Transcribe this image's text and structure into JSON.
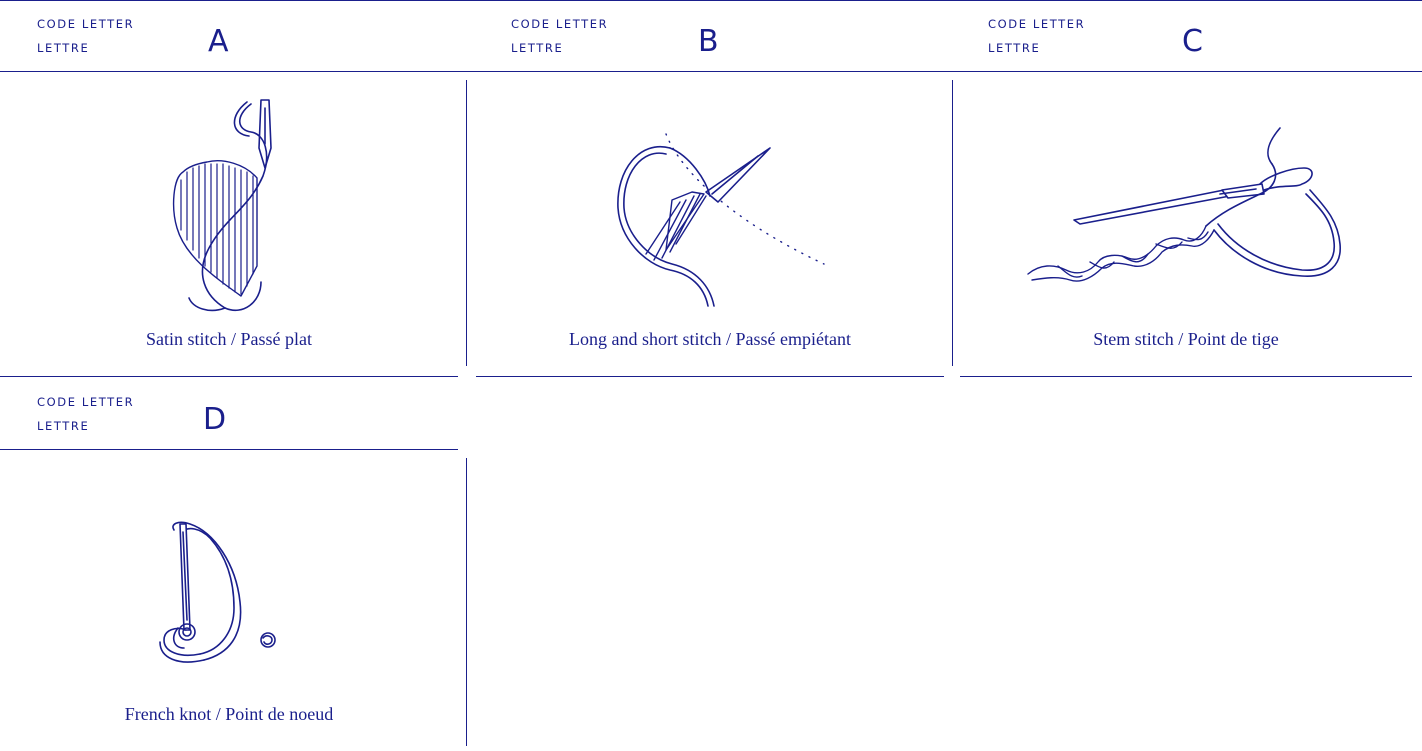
{
  "cards": [
    {
      "code_label": "code letter",
      "lettre_label": "lettre",
      "letter": "A",
      "caption": "Satin stitch / Passé plat",
      "illustration_icon": "satin-stitch-icon"
    },
    {
      "code_label": "code letter",
      "lettre_label": "lettre",
      "letter": "B",
      "caption": "Long and short stitch / Passé empiétant",
      "illustration_icon": "long-and-short-stitch-icon"
    },
    {
      "code_label": "code letter",
      "lettre_label": "lettre",
      "letter": "C",
      "caption": "Stem stitch / Point de tige",
      "illustration_icon": "stem-stitch-icon"
    },
    {
      "code_label": "code letter",
      "lettre_label": "lettre",
      "letter": "D",
      "caption": "French knot / Point de noeud",
      "illustration_icon": "french-knot-icon"
    }
  ],
  "colors": {
    "ink": "#1a1f8c",
    "background": "#ffffff"
  }
}
